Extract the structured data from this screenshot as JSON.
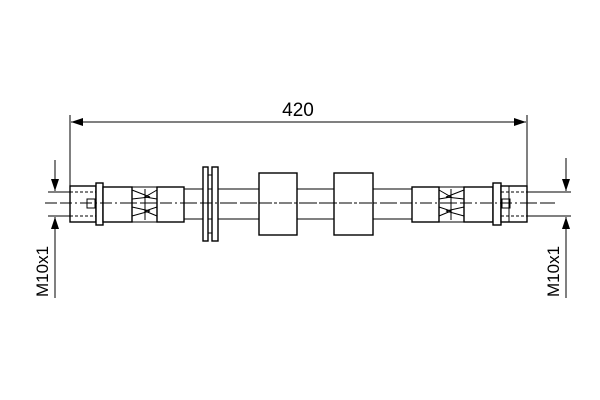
{
  "drawing": {
    "length_dimension": "420",
    "thread_left": "M10x1",
    "thread_right": "M10x1",
    "line_color": "#000000",
    "background_color": "#ffffff"
  }
}
